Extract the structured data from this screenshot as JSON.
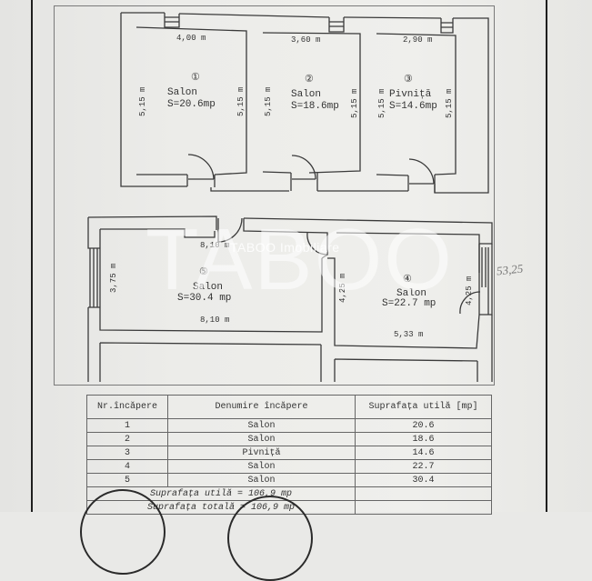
{
  "document": {
    "type": "floor-plan",
    "watermark": {
      "large": "TABOO",
      "small": "TABOO Imobiliare"
    },
    "handwritten_note": "53,25"
  },
  "rooms": [
    {
      "number_glyph": "①",
      "name": "Salon",
      "area_label": "S=20.6mp",
      "dim_top": "4,00 m",
      "dim_left": "5,15 m",
      "dim_right": "5,15 m"
    },
    {
      "number_glyph": "②",
      "name": "Salon",
      "area_label": "S=18.6mp",
      "dim_top": "3,60 m",
      "dim_left": "5,15 m",
      "dim_right": "5,15 m"
    },
    {
      "number_glyph": "③",
      "name": "Pivniță",
      "area_label": "S=14.6mp",
      "dim_top": "2,90 m",
      "dim_left": "5,15 m",
      "dim_right": "5,15 m"
    },
    {
      "number_glyph": "④",
      "name": "Salon",
      "area_label": "S=22.7 mp",
      "dim_bottom": "5,33 m",
      "dim_left": "4,25 m",
      "dim_right": "4,25 m"
    },
    {
      "number_glyph": "⑤",
      "name": "Salon",
      "area_label": "S=30.4 mp",
      "dim_top": "8,10 m",
      "dim_bottom": "8,10 m",
      "dim_left": "3,75 m"
    }
  ],
  "table": {
    "headers": [
      "Nr.încăpere",
      "Denumire încăpere",
      "Suprafața utilă [mp]"
    ],
    "rows": [
      {
        "nr": "1",
        "name": "Salon",
        "area": "20.6"
      },
      {
        "nr": "2",
        "name": "Salon",
        "area": "18.6"
      },
      {
        "nr": "3",
        "name": "Pivniță",
        "area": "14.6"
      },
      {
        "nr": "4",
        "name": "Salon",
        "area": "22.7"
      },
      {
        "nr": "5",
        "name": "Salon",
        "area": "30.4"
      }
    ],
    "total_useful": "Suprafața utilă = 106,9 mp",
    "total_overall": "Suprafața totală = 106,9 mp"
  }
}
